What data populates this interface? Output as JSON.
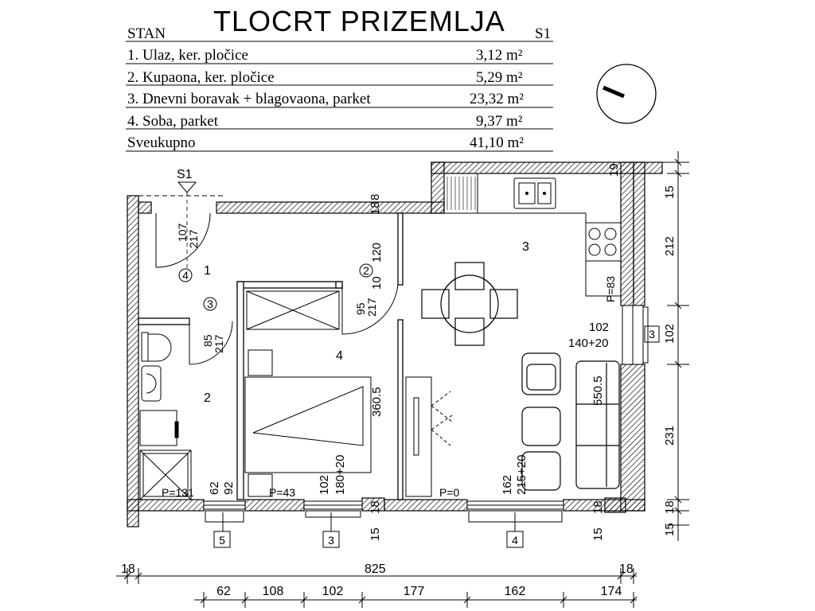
{
  "title": "TLOCRT PRIZEMLJA",
  "schedule": {
    "header_left": "STAN",
    "header_right": "S1",
    "rows": [
      {
        "label": "1. Ulaz, ker. pločice",
        "area": "3,12 m²"
      },
      {
        "label": "2. Kupaona, ker. pločice",
        "area": "5,29 m²"
      },
      {
        "label": "3. Dnevni boravak + blagovaona, parket",
        "area": "23,32 m²"
      },
      {
        "label": "4. Soba, parket",
        "area": "9,37 m²"
      }
    ],
    "total_label": "Sveukupno",
    "total_area": "41,10 m²"
  },
  "plan": {
    "section_marker": "S1",
    "rooms": {
      "r1": "1",
      "r2": "2",
      "r3": "3",
      "r4": "4"
    },
    "door_tags": {
      "d4": "4",
      "d3": "3",
      "d2": "2"
    },
    "window_tags": {
      "w_right": "3",
      "w_bottom_1": "5",
      "w_bottom_2": "3",
      "w_bottom_3": "4"
    },
    "sill_labels": {
      "p131": "P=131",
      "p43": "P=43",
      "p0": "P=0",
      "p83": "P=83"
    },
    "door_dims": {
      "d1_w": "107",
      "d1_h": "217",
      "d3_w": "85",
      "d3_h": "217",
      "d2_w": "95",
      "d2_h": "217"
    },
    "internal_dims": {
      "d120": "120",
      "d10": "10",
      "d3605": "360.5",
      "d5505": "550.5",
      "d102_right": "102",
      "d14020": "140+20",
      "w62": "62",
      "w92": "92",
      "w102": "102",
      "w18020": "180+20",
      "w162": "162",
      "w21520": "215+20",
      "d18_top": "18",
      "d8_top": "8",
      "d19_top": "19",
      "d18_b1": "18",
      "d18_b2": "18",
      "d15_b1": "15",
      "d15_b2": "15"
    },
    "right_dims": [
      "15",
      "212",
      "102",
      "231",
      "18",
      "15"
    ],
    "bottom_total": {
      "left": "18",
      "total": "825",
      "right": "18"
    },
    "bottom_chain": [
      "62",
      "108",
      "102",
      "177",
      "162",
      "174"
    ]
  },
  "colors": {
    "ink": "#000000",
    "paper": "#ffffff",
    "hatch": "#000000"
  }
}
